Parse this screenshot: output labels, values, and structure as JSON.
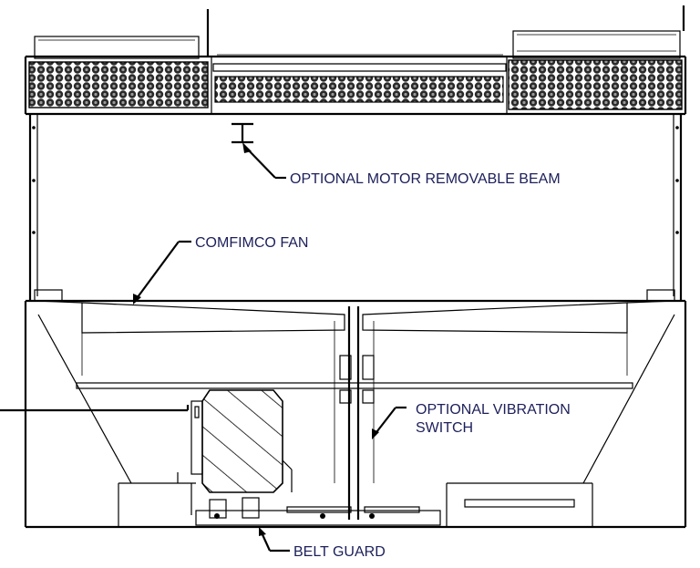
{
  "drawing": {
    "title": "",
    "callouts": {
      "beam": "OPTIONAL MOTOR REMOVABLE BEAM",
      "fan": "COMFIMCO FAN",
      "vibration_line1": "OPTIONAL VIBRATION",
      "vibration_line2": "SWITCH",
      "belt_guard": "BELT GUARD"
    },
    "components": [
      "coil-bank-left",
      "coil-bank-center",
      "coil-bank-right",
      "motor-beam",
      "fan-blades",
      "fan-shaft",
      "motor",
      "belt-guard",
      "hopper"
    ]
  }
}
